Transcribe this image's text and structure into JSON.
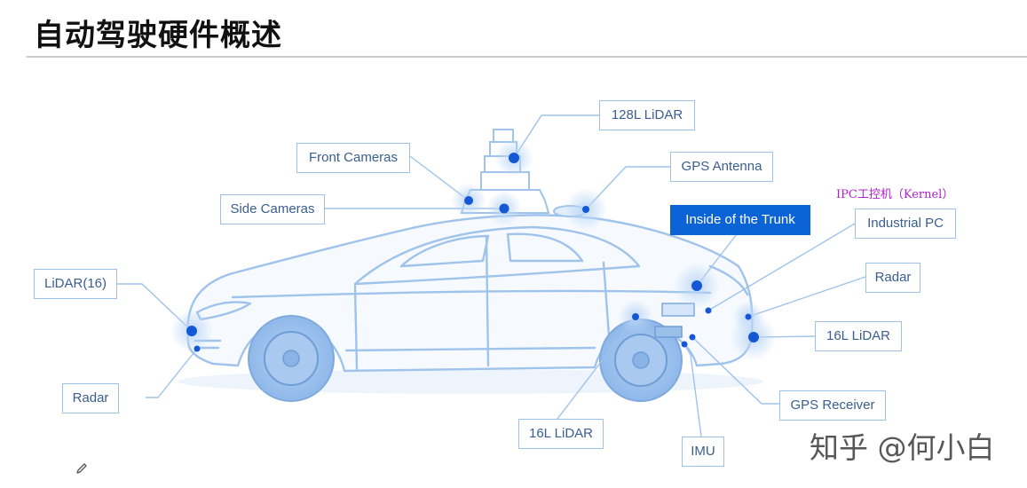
{
  "title": "自动驾驶硬件概述",
  "labels": {
    "lidar128": "128L LiDAR",
    "front_cameras": "Front Cameras",
    "gps_antenna": "GPS Antenna",
    "side_cameras": "Side Cameras",
    "inside_trunk": "Inside of the Trunk",
    "industrial_pc": "Industrial PC",
    "lidar16_front": "LiDAR(16)",
    "radar_rear": "Radar",
    "lidar16_rear": "16L LiDAR",
    "radar_front": "Radar",
    "lidar16_bottom": "16L LiDAR",
    "gps_receiver": "GPS Receiver",
    "imu": "IMU"
  },
  "annotation": "IPC工控机（Kernel）",
  "watermark": "知乎 @何小白",
  "colors": {
    "outline": "#9fc3ea",
    "sensor_dot": "#1558d6",
    "highlight_box": "#0b63d6",
    "annotation": "#b020c8"
  },
  "icons": {
    "pencil": "pencil-icon"
  }
}
